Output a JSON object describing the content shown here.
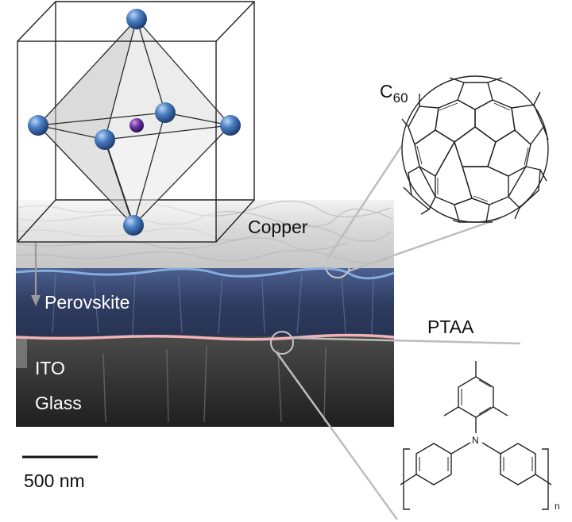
{
  "labels": {
    "copper": "Copper",
    "perovskite": "Perovskite",
    "ito": "ITO",
    "glass": "Glass",
    "ptaa": "PTAA",
    "c60_main": "C",
    "c60_sub": "60",
    "nitrogen": "N",
    "subscript_n": "n",
    "scale_bar": "500 nm"
  },
  "colors": {
    "copper_layer": "#e4e4e4",
    "perovskite_layer": "#3a4a6e",
    "substrate": "#2a2a2a",
    "interface_blue": "#7fa6d8",
    "interface_red": "#e8a0a6",
    "atom_blue": "#3f6fb0",
    "atom_center": "#5a2a86",
    "callout_gray": "#b4b4b4"
  },
  "icons": [
    "octahedron-unit-cell-icon",
    "c60-fullerene-icon",
    "ptaa-molecule-icon"
  ]
}
